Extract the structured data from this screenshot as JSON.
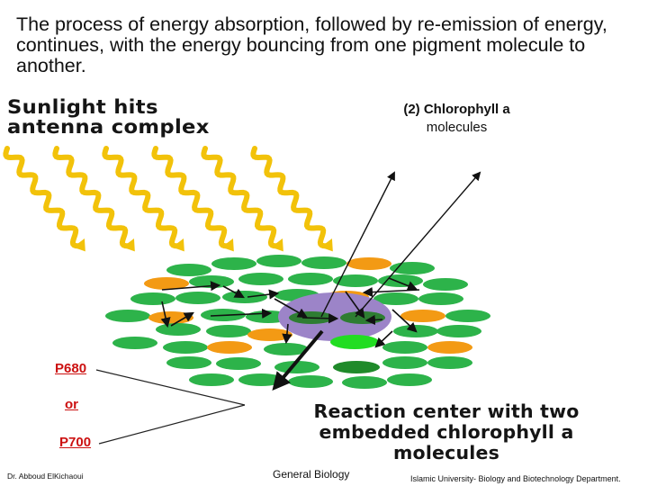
{
  "title": "The process of energy absorption, followed by re-emission of energy, continues, with the energy bouncing from one pigment molecule to another.",
  "diagram": {
    "sunlight_heading": [
      "Sunlight hits",
      "antenna complex"
    ],
    "chlorophyll_label": [
      "(2) Chlorophyll a",
      "molecules"
    ],
    "reaction_center_heading": [
      "Reaction center with two",
      "embedded chlorophyll a",
      "molecules"
    ],
    "pigment_p680": "P680",
    "pigment_or": "or",
    "pigment_p700": "P700"
  },
  "colors": {
    "green": "#2db34a",
    "orange": "#f39a14",
    "purple": "#9c84c8",
    "bright_green": "#22dd22",
    "dark_green": "#1f8a2a",
    "sun_wave": "#f2c20a",
    "pigment_text": "#cc1111"
  },
  "footer": {
    "author": "Dr. Abboud ElKichaoui",
    "course": "General Biology",
    "institution": "Islamic University- Biology and Biotechnology Department."
  }
}
